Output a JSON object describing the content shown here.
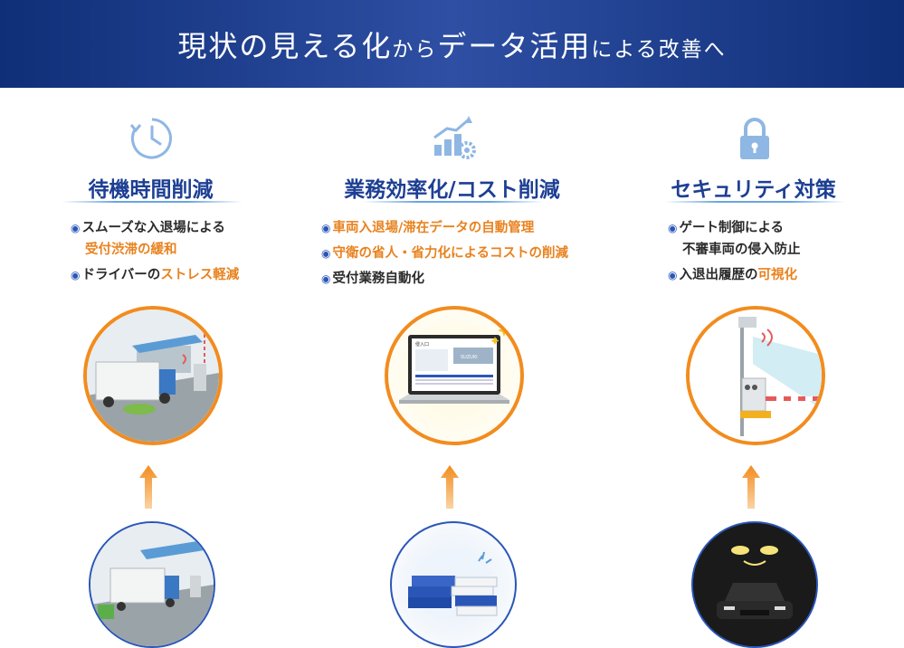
{
  "banner": {
    "part1": "現状の見える化",
    "part2": "から",
    "part3": "データ活用",
    "part4": "による改善へ"
  },
  "columns": [
    {
      "icon": "clock-icon",
      "title": "待機時間削減",
      "bullets": [
        {
          "plain": "スムーズな入退場による",
          "highlight_line": "受付渋滞の緩和"
        },
        {
          "plain": "ドライバーの",
          "highlight": "ストレス軽減"
        }
      ]
    },
    {
      "icon": "chart-gear-icon",
      "title": "業務効率化/コスト削減",
      "bullets": [
        {
          "highlight": "車両入退場/滞在データの自動管理"
        },
        {
          "highlight": "守衛の省人・省力化によるコストの削減"
        },
        {
          "plain": "受付業務自動化"
        }
      ]
    },
    {
      "icon": "lock-icon",
      "title": "セキュリティ対策",
      "bullets": [
        {
          "plain": "ゲート制御による",
          "plain_line": "不審車両の侵入防止"
        },
        {
          "plain": "入退出履歴の",
          "highlight": "可視化"
        }
      ]
    }
  ],
  "laptop": {
    "screen_title": "侵入口",
    "brand": "SUZUKI"
  },
  "colors": {
    "banner": "#1d3f93",
    "title": "#1d3f93",
    "accent": "#e8821e",
    "bullet": "#2a56b8"
  }
}
